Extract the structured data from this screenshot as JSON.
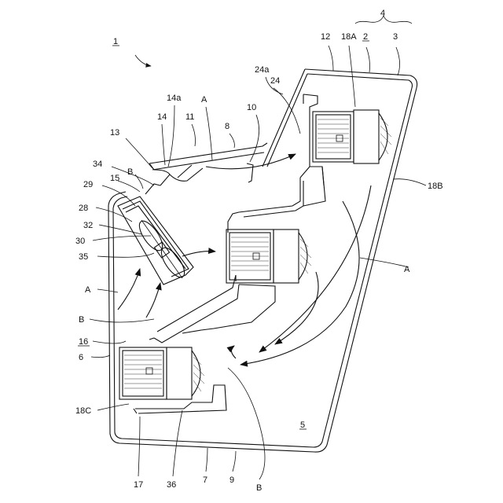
{
  "labels": {
    "l1": "1",
    "l4": "4",
    "l12": "12",
    "l18A": "18A",
    "l2": "2",
    "l3": "3",
    "l24a": "24a",
    "l24": "24",
    "l10": "10",
    "l8": "8",
    "l11": "11",
    "lA_top": "A",
    "l14a": "14a",
    "l14": "14",
    "l13": "13",
    "l34": "34",
    "l15": "15",
    "lB_top": "B",
    "l29": "29",
    "l28": "28",
    "l32": "32",
    "l30": "30",
    "l35": "35",
    "l18B": "18B",
    "lA_left": "A",
    "lA_right": "A",
    "lB_left": "B",
    "l16": "16",
    "l6": "6",
    "l18C": "18C",
    "l5": "5",
    "l17": "17",
    "l36": "36",
    "l7": "7",
    "l9": "9",
    "lB_bottom": "B"
  }
}
